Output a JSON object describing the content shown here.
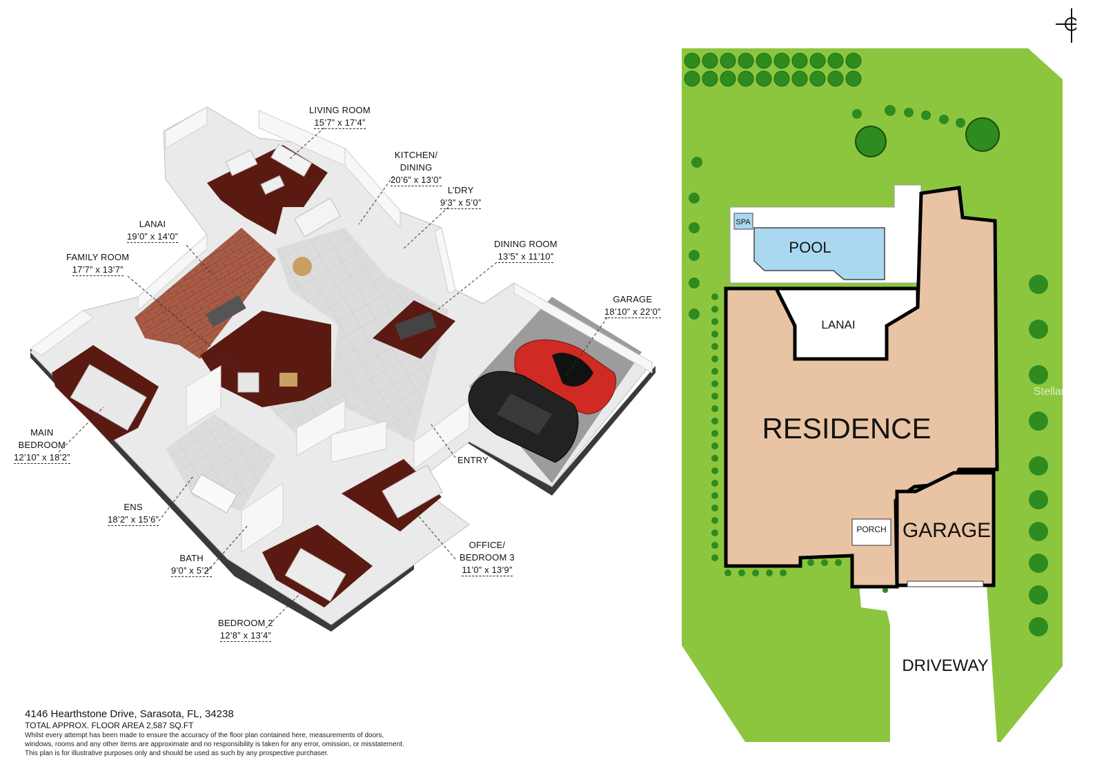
{
  "floorplan": {
    "rooms": [
      {
        "id": "living",
        "name": "LIVING ROOM",
        "dims": "15’7” x 17’4”"
      },
      {
        "id": "kitchen",
        "name": "KITCHEN/\nDINING",
        "dims": "20’6” x 13’0”"
      },
      {
        "id": "laundry",
        "name": "L’DRY",
        "dims": "9’3” x 5’0”"
      },
      {
        "id": "lanai",
        "name": "LANAI",
        "dims": "19’0” x 14’0”"
      },
      {
        "id": "family",
        "name": "FAMILY ROOM",
        "dims": "17’7” x 13’7”"
      },
      {
        "id": "dining",
        "name": "DINING ROOM",
        "dims": "13’5” x 11’10”"
      },
      {
        "id": "garage",
        "name": "GARAGE",
        "dims": "18’10” x 22’0”"
      },
      {
        "id": "main_bedroom",
        "name": "MAIN\nBEDROOM",
        "dims": "12’10” x 18’2”"
      },
      {
        "id": "entry",
        "name": "ENTRY",
        "dims": ""
      },
      {
        "id": "ens",
        "name": "ENS",
        "dims": "18’2” x 15’6”"
      },
      {
        "id": "office",
        "name": "OFFICE/\nBEDROOM 3",
        "dims": "11’0” x 13’9”"
      },
      {
        "id": "bath",
        "name": "BATH",
        "dims": "9’0” x 5’2”"
      },
      {
        "id": "bedroom2",
        "name": "BEDROOM 2",
        "dims": "12’8” x 13’4”"
      }
    ]
  },
  "siteplan": {
    "labels": {
      "spa": "SPA",
      "pool": "POOL",
      "lanai": "LANAI",
      "residence": "RESIDENCE",
      "porch": "PORCH",
      "garage": "GARAGE",
      "driveway": "DRIVEWAY"
    },
    "compass": "N",
    "watermark": "StellarMLS"
  },
  "footer": {
    "address": "4146 Hearthstone Drive, Sarasota, FL, 34238",
    "area": "TOTAL APPROX. FLOOR AREA 2,587 SQ.FT",
    "disclaimer": [
      "Whilst every attempt has been made to ensure the accuracy of the floor plan contained here, measurements of doors,",
      "windows, rooms and any other items are approximate and no responsibility is taken for any error, omission, or misstatement.",
      "This plan is for illustrative purposes only and should be used as such by any prospective purchaser."
    ]
  },
  "colors": {
    "lawn": "#8cc63f",
    "residence": "#e8c4a4",
    "pool": "#a9d8f0",
    "floor_wood": "#5a1a12",
    "floor_tile": "#d9d9d9",
    "lanai_brick": "#a45a44"
  }
}
